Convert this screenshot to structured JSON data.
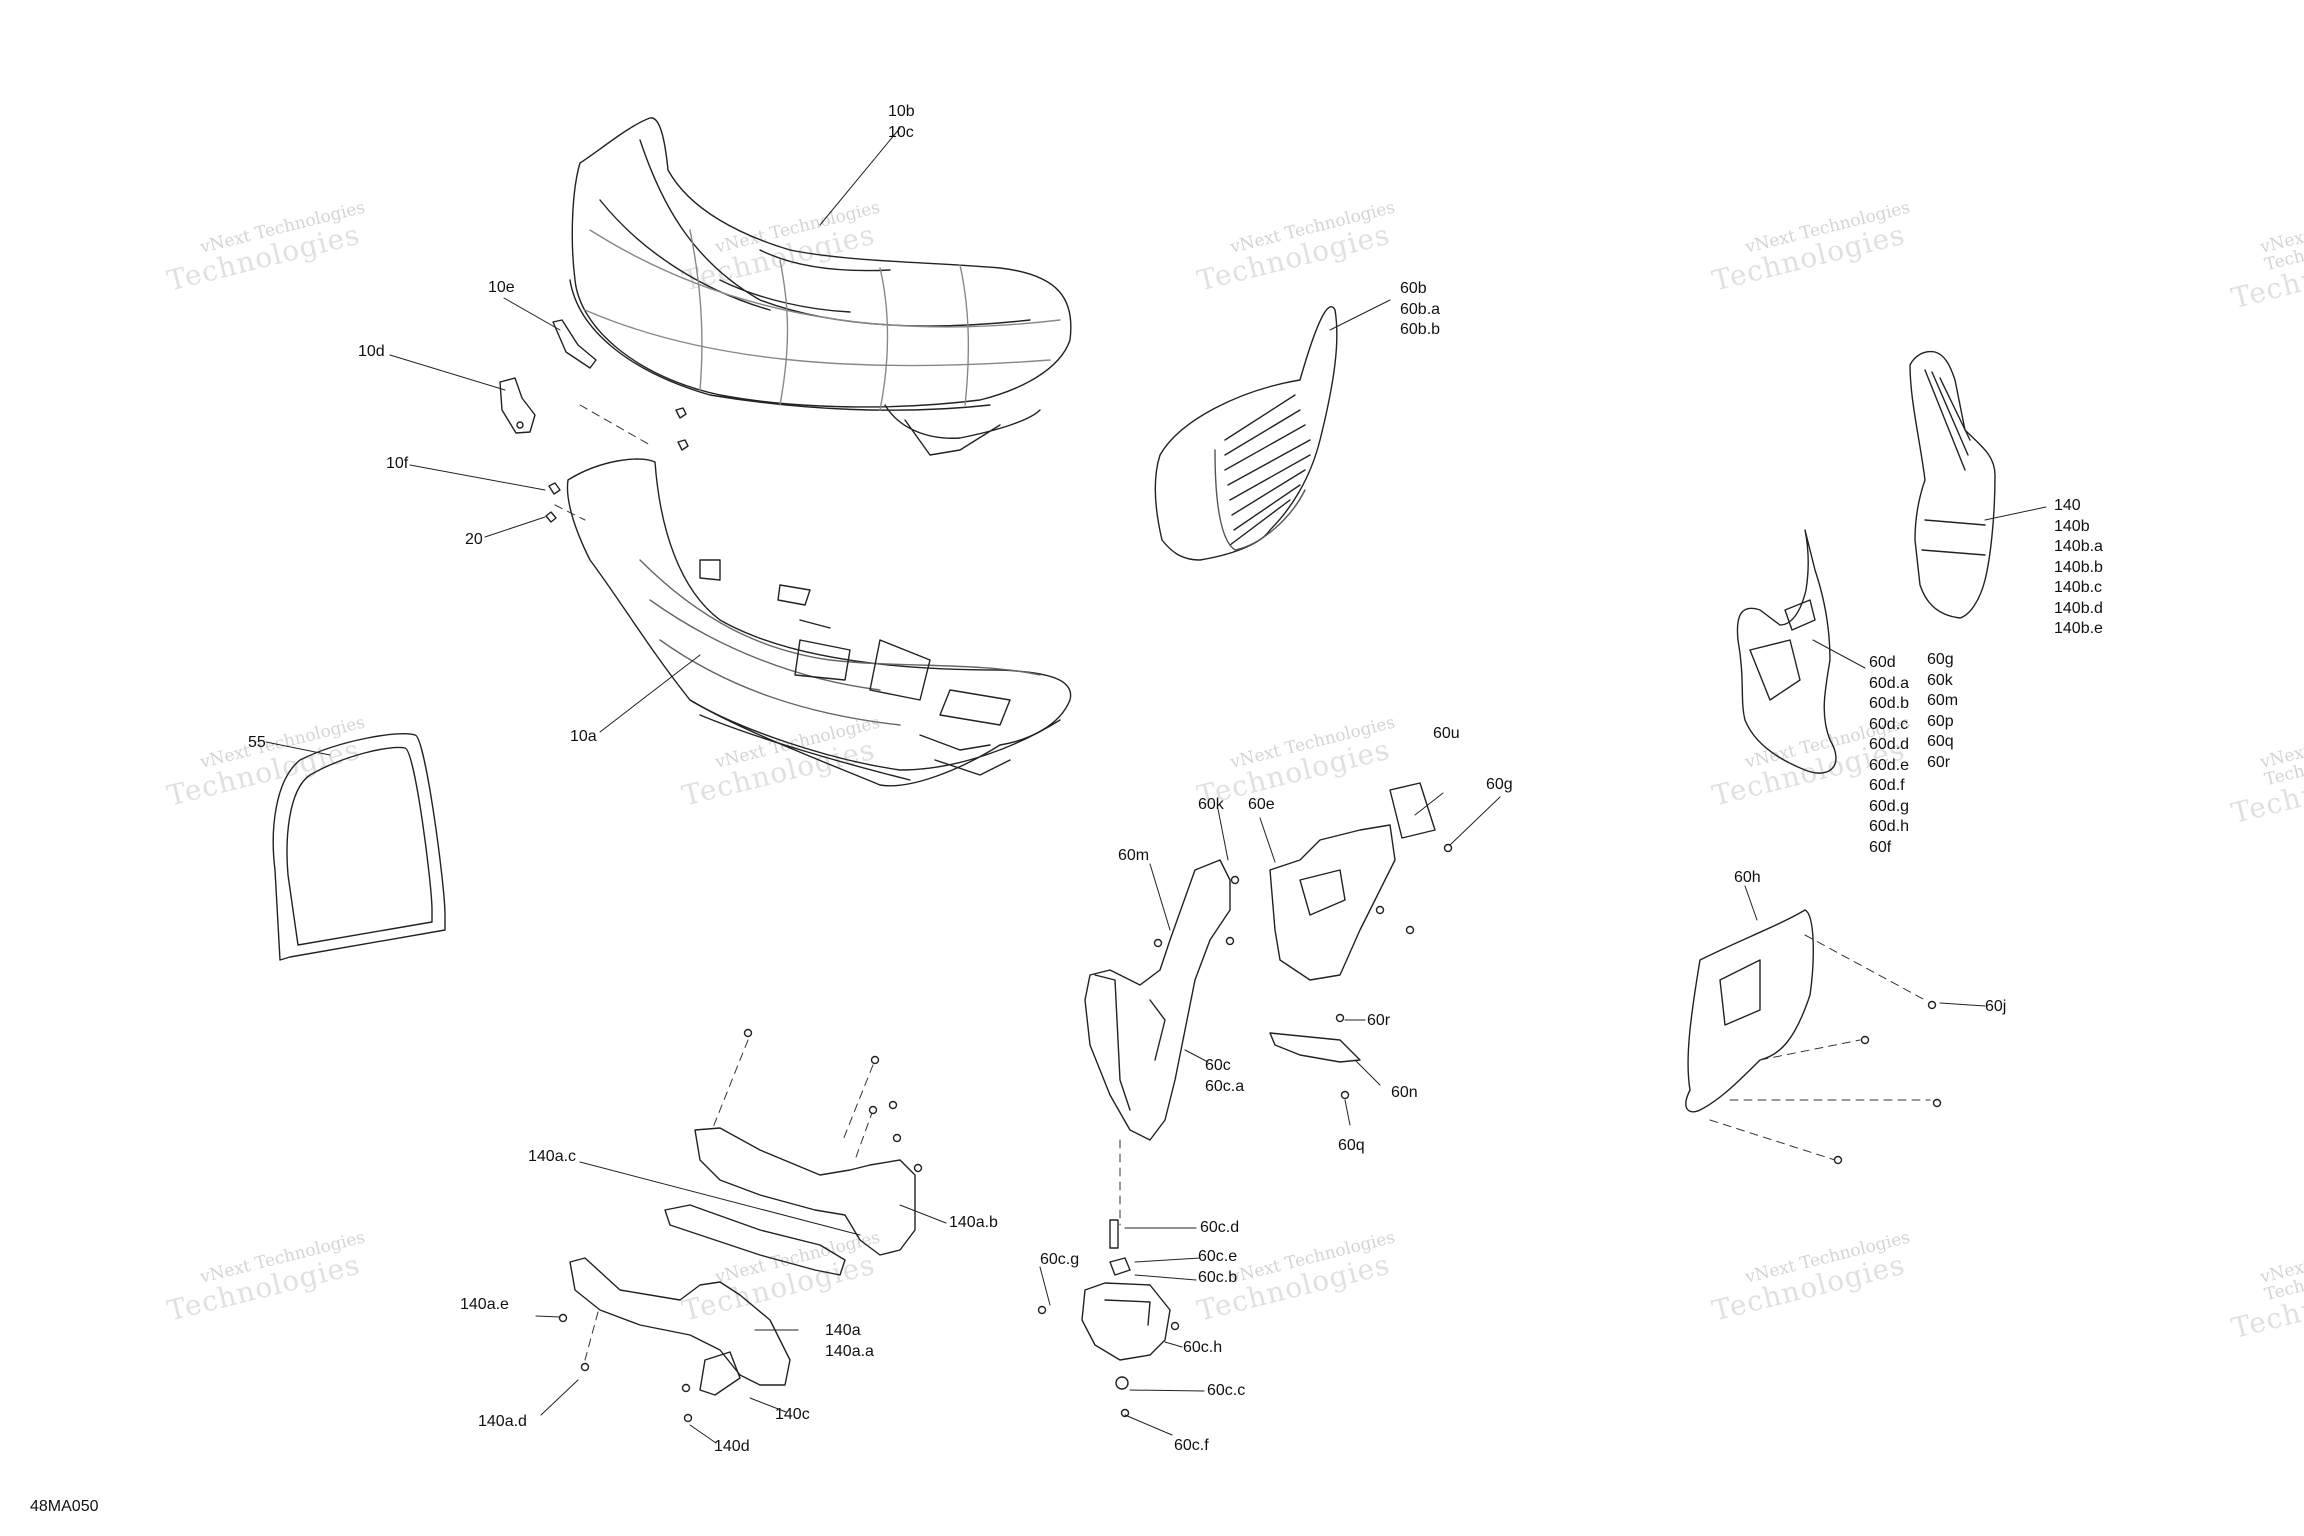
{
  "diagram_id": "48MA050",
  "watermark": {
    "line1": "vNext Technologies",
    "line2": "Technologies"
  },
  "labels": {
    "l10b": "10b",
    "l10c": "10c",
    "l10e": "10e",
    "l10d": "10d",
    "l10f": "10f",
    "l20": "20",
    "l10a": "10a",
    "l55": "55",
    "l60b": "60b",
    "l60ba": "60b.a",
    "l60bb": "60b.b",
    "l140": "140",
    "l140b": "140b",
    "l140ba": "140b.a",
    "l140bb": "140b.b",
    "l140bc": "140b.c",
    "l140bd": "140b.d",
    "l140be": "140b.e",
    "l60d": "60d",
    "l60da": "60d.a",
    "l60db": "60d.b",
    "l60dc": "60d.c",
    "l60dd": "60d.d",
    "l60de": "60d.e",
    "l60df": "60d.f",
    "l60dg": "60d.g",
    "l60dh": "60d.h",
    "l60f": "60f",
    "l60g2": "60g",
    "l60k2": "60k",
    "l60m2": "60m",
    "l60p": "60p",
    "l60q2": "60q",
    "l60r2": "60r",
    "l60u": "60u",
    "l60g": "60g",
    "l60k": "60k",
    "l60e": "60e",
    "l60m": "60m",
    "l60h": "60h",
    "l60j": "60j",
    "l60r": "60r",
    "l60n": "60n",
    "l60q": "60q",
    "l60c": "60c",
    "l60ca": "60c.a",
    "l140ac": "140a.c",
    "l140ab": "140a.b",
    "l140ae": "140a.e",
    "l140a": "140a",
    "l140aa": "140a.a",
    "l140ad": "140a.d",
    "l140c": "140c",
    "l140d": "140d",
    "l60cd": "60c.d",
    "l60ce": "60c.e",
    "l60cg": "60c.g",
    "l60cb": "60c.b",
    "l60ch": "60c.h",
    "l60cc": "60c.c",
    "l60cf": "60c.f"
  }
}
